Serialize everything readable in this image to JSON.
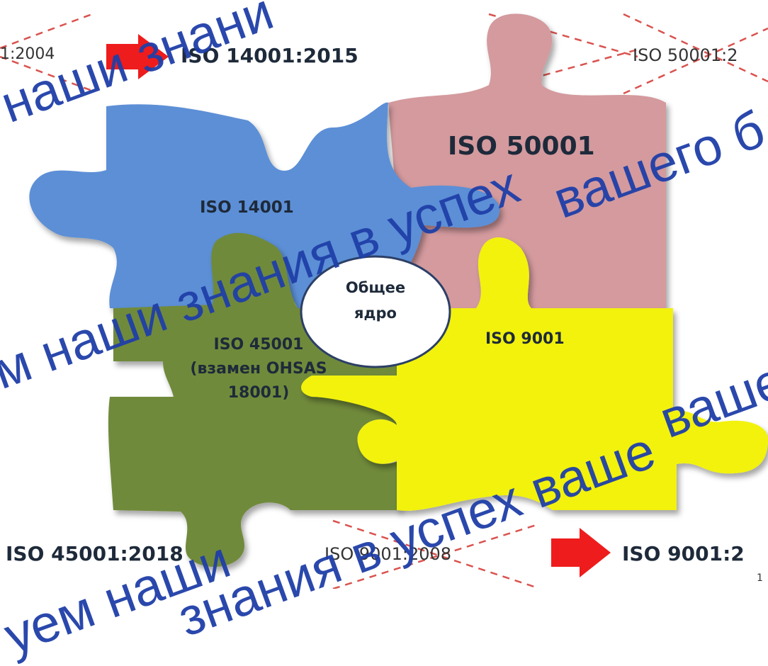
{
  "pieces": {
    "iso14001": "ISO 14001",
    "iso50001": "ISO 50001",
    "iso45001": [
      "ISO 45001",
      "(взамен OHSAS",
      "18001)"
    ],
    "iso9001": "ISO 9001"
  },
  "center": [
    "Общее",
    "ядро"
  ],
  "transitions": {
    "top_left_old": "1:2004",
    "top_left_new": "ISO 14001:2015",
    "top_right_old": "ISO 50001:2",
    "bottom_left_new": "ISO 45001:2018",
    "bottom_mid_old": "ISO 9001:2008",
    "bottom_right_new": "ISO 9001:2",
    "page_number": "1"
  },
  "watermark": [
    "наши знани",
    "вашего б",
    "ем наши знания в успех",
    "вашег",
    "знания в успех ваше",
    "уем наши"
  ],
  "colors": {
    "blue": "#5b8fd6",
    "pink": "#d49a9e",
    "green": "#6f8a3a",
    "yellow": "#f2f20f",
    "arrow": "#ee1c1c",
    "watermark": "#1f3fa8"
  }
}
